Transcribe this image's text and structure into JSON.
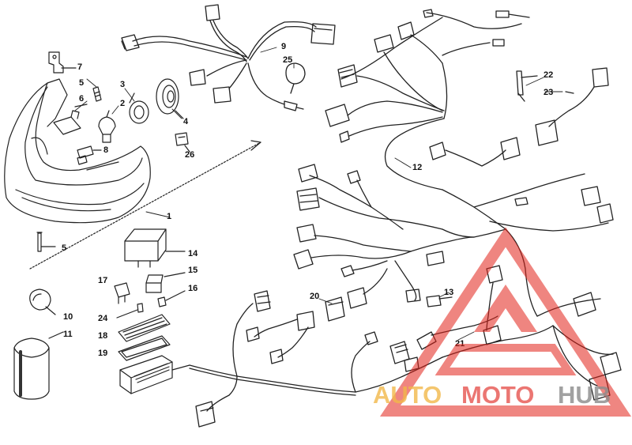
{
  "callouts": {
    "c1": "1",
    "c2": "2",
    "c3": "3",
    "c4": "4",
    "c5a": "5",
    "c5b": "5",
    "c6": "6",
    "c7": "7",
    "c8": "8",
    "c9": "9",
    "c10": "10",
    "c11": "11",
    "c12": "12",
    "c13": "13",
    "c14": "14",
    "c15": "15",
    "c16": "16",
    "c17": "17",
    "c18": "18",
    "c19": "19",
    "c20": "20",
    "c21": "21",
    "c22": "22",
    "c23": "23",
    "c24": "24",
    "c25": "25",
    "c26": "26"
  },
  "watermark": {
    "part1": "AUTO",
    "part2": "MOTO",
    "part3": "HUB",
    "color1": "#f2b84a",
    "color2": "#e7544f",
    "color3": "#8a8a8a",
    "logo_color": "#e2231a"
  },
  "colors": {
    "line": "#222222",
    "background": "#ffffff"
  }
}
